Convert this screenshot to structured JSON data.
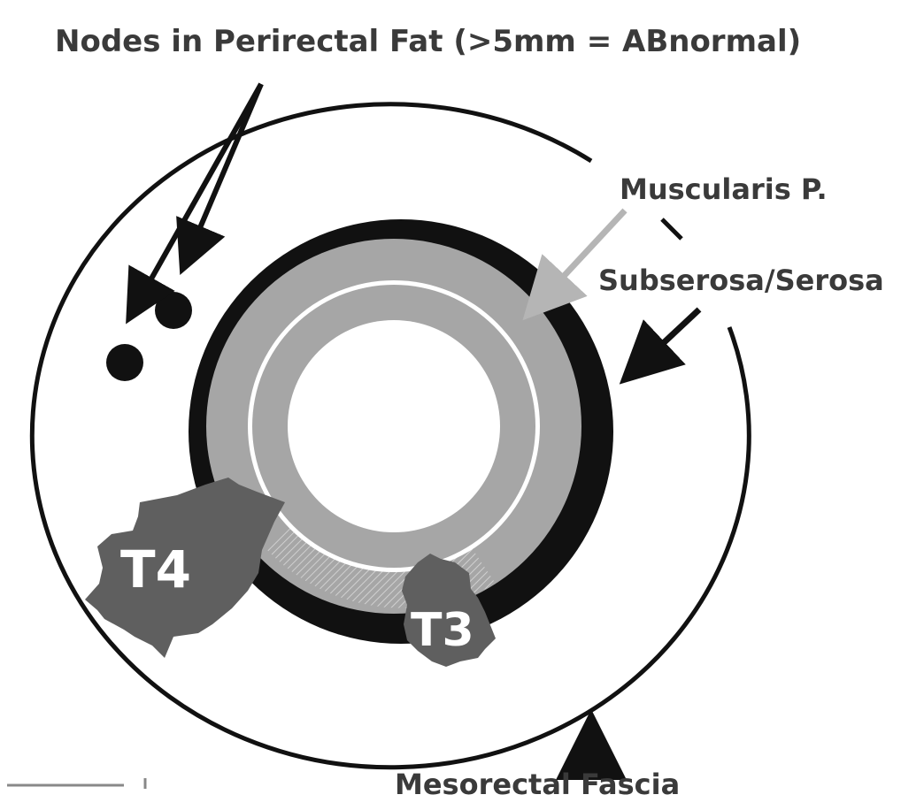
{
  "labels": {
    "nodes": "Nodes in Perirectal Fat (>5mm = ABnormal)",
    "muscularis": "Muscularis P.",
    "subserosa": "Subserosa/Serosa",
    "fascia": "Mesorectal Fascia",
    "t4": "T4",
    "t3": "T3"
  },
  "colors": {
    "background": "#ffffff",
    "outline": "#111111",
    "muscularis": "#a6a6a6",
    "tumor": "#5f5f5f",
    "text": "#3a3a3a",
    "arrow_gray": "#b5b5b5"
  }
}
